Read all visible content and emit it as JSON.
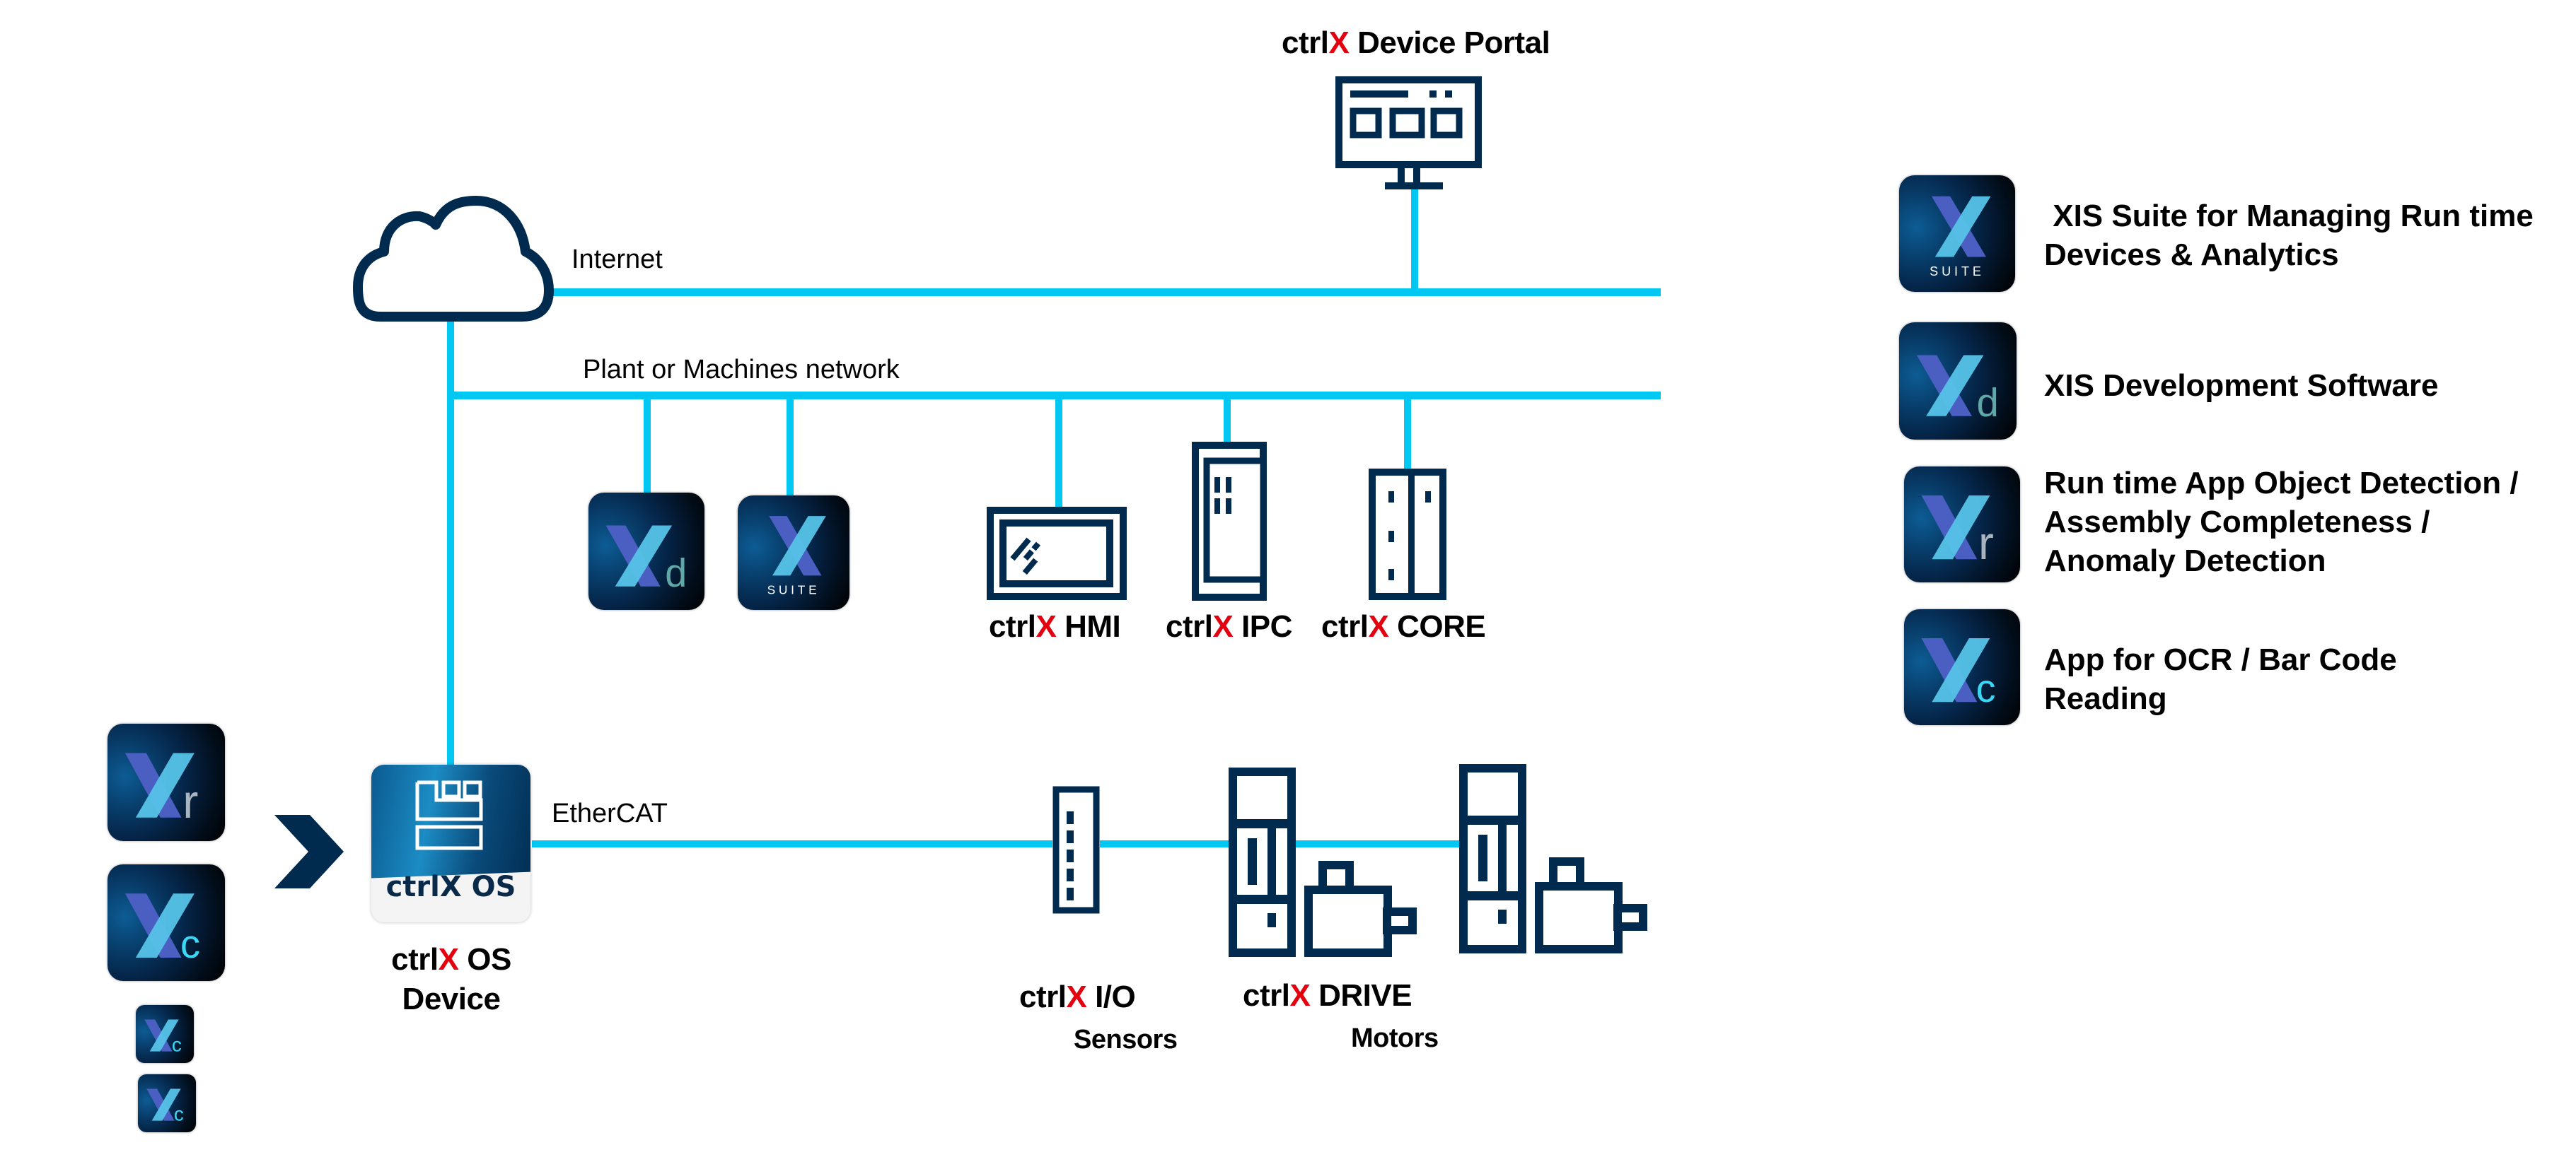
{
  "device_portal": {
    "prefix": "ctrl",
    "x": "X",
    "suffix": " Device Portal"
  },
  "networks": {
    "internet": "Internet",
    "plant": "Plant or Machines network",
    "ethercat": "EtherCAT"
  },
  "plant_devices": [
    {
      "prefix": "ctrl",
      "x": "X",
      "suffix": " HMI"
    },
    {
      "prefix": "ctrl",
      "x": "X",
      "suffix": " IPC"
    },
    {
      "prefix": "ctrl",
      "x": "X",
      "suffix": " CORE"
    }
  ],
  "os_device": {
    "tile_text": "ctrlX OS",
    "label_prefix": "ctrl",
    "label_x": "X",
    "label_suffix": " OS",
    "label_line2": "Device"
  },
  "field_devices": {
    "io": {
      "prefix": "ctrl",
      "x": "X",
      "suffix": " I/O",
      "sub": "Sensors"
    },
    "drive": {
      "prefix": "ctrl",
      "x": "X",
      "suffix": " DRIVE",
      "sub": "Motors"
    }
  },
  "app_icons": {
    "suite": {
      "letter": "X",
      "sub": "SUITE"
    },
    "xd": {
      "letter": "X",
      "sub": "d"
    },
    "xr": {
      "letter": "X",
      "sub": "r"
    },
    "xc": {
      "letter": "X",
      "sub": "c"
    }
  },
  "legend": [
    {
      "icon": "suite",
      "lines": [
        " XIS Suite for Managing Run time",
        "Devices & Analytics"
      ]
    },
    {
      "icon": "xd",
      "lines": [
        "XIS Development Software"
      ]
    },
    {
      "icon": "xr",
      "lines": [
        "Run time App Object Detection /",
        "Assembly Completeness /",
        "Anomaly Detection"
      ]
    },
    {
      "icon": "xc",
      "lines": [
        "App for OCR / Bar Code",
        "Reading"
      ]
    }
  ],
  "colors": {
    "network_line": "#00c8f2",
    "device_navy": "#002b4f",
    "brand_red": "#e3000f",
    "suffix_d": "#5fa8a8",
    "suffix_r": "#a8b4c0",
    "suffix_c": "#3ad8f5"
  }
}
